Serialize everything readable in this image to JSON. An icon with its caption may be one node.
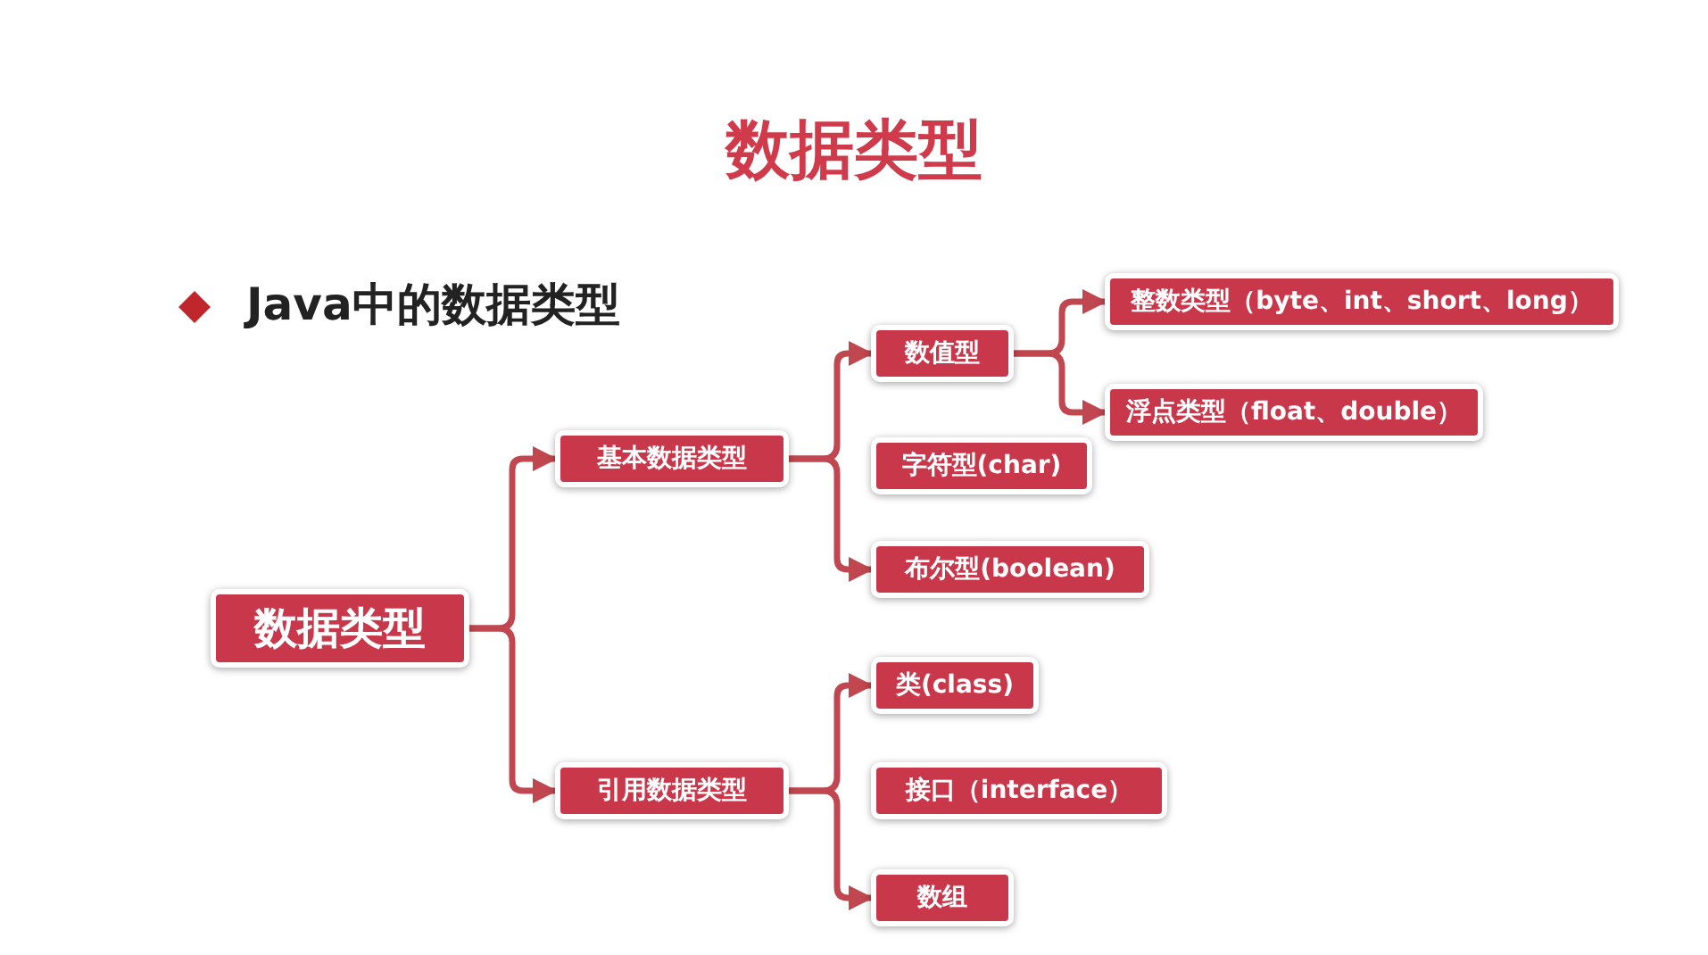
{
  "diagram": {
    "title": "数据类型",
    "nodes": [
      {
        "text": [
          "数据类型"
        ]
      },
      {
        "text": [
          "基本数据类型"
        ]
      },
      {
        "text": [
          "引用数据类型"
        ]
      },
      {
        "text": [
          "数值型"
        ]
      },
      {
        "text": [
          "字符型(char)"
        ]
      },
      {
        "text": [
          "布尔型(boolean)"
        ]
      },
      {
        "text": [
          "整数类型（byte、int、short、long）"
        ]
      },
      {
        "text": [
          "浮点类型（float、double）"
        ]
      },
      {
        "text": [
          "类(class)"
        ]
      },
      {
        "text": [
          "接口（interface）"
        ]
      },
      {
        "text": [
          "数组"
        ]
      }
    ],
    "edges": [
      {
        "from": 0,
        "to": 1,
        "arrow": "to"
      },
      {
        "from": 0,
        "to": 2,
        "arrow": "to"
      },
      {
        "from": 1,
        "to": 3,
        "arrow": "to"
      },
      {
        "from": 1,
        "to": 5,
        "arrow": "to"
      },
      {
        "from": 3,
        "to": 6,
        "arrow": "to"
      },
      {
        "from": 3,
        "to": 7,
        "arrow": "to"
      },
      {
        "from": 2,
        "to": 8,
        "arrow": "to"
      },
      {
        "from": 2,
        "to": 10,
        "arrow": "to"
      }
    ],
    "labels": [
      "Java中的数据类型"
    ]
  }
}
